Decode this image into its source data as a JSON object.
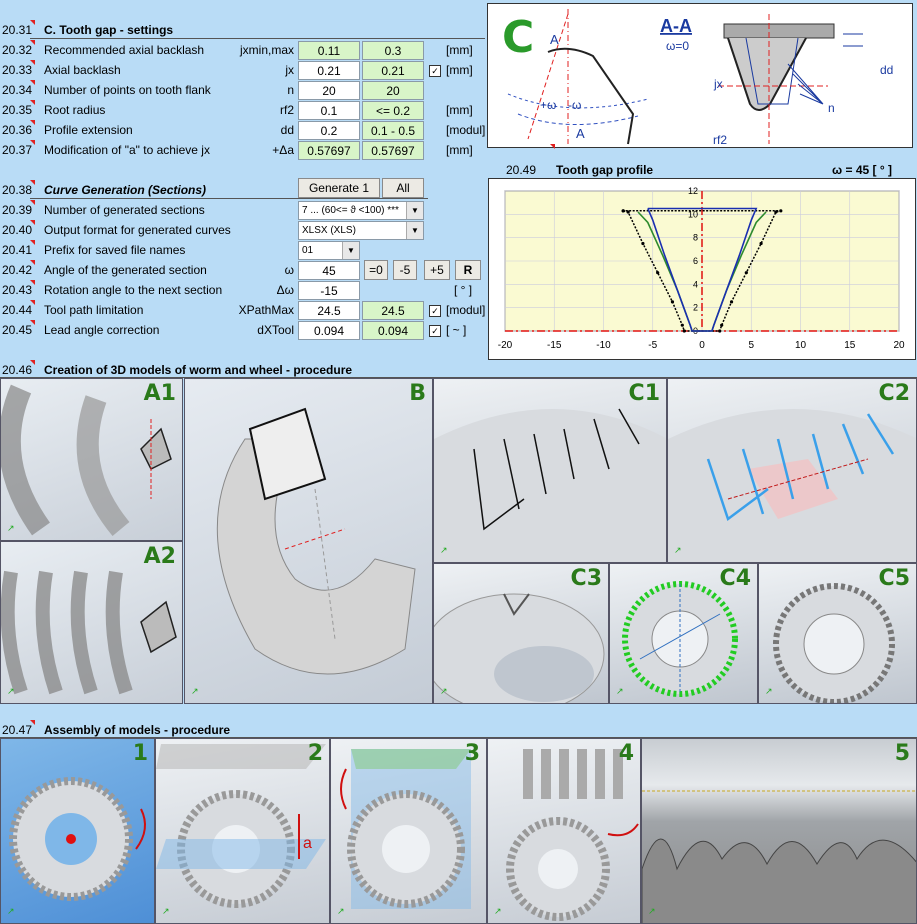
{
  "section_c": {
    "num": "20.31",
    "title": "C. Tooth gap - settings",
    "rows": [
      {
        "num": "20.32",
        "label": "Recommended axial backlash",
        "sym": "jxmin,max",
        "v1": "0.11",
        "v2": "0.3",
        "unit": "[mm]",
        "check": false
      },
      {
        "num": "20.33",
        "label": "Axial backlash",
        "sym": "jx",
        "v1": "0.21",
        "v2": "0.21",
        "unit": "[mm]",
        "check": true
      },
      {
        "num": "20.34",
        "label": "Number of points on tooth flank",
        "sym": "n",
        "v1": "20",
        "v2": "20",
        "unit": "",
        "check": false
      },
      {
        "num": "20.35",
        "label": "Root radius",
        "sym": "rf2",
        "v1": "0.1",
        "v2": "<= 0.2",
        "unit": "[mm]",
        "check": false
      },
      {
        "num": "20.36",
        "label": "Profile extension",
        "sym": "dd",
        "v1": "0.2",
        "v2": "0.1 - 0.5",
        "unit": "[modul]",
        "check": false
      },
      {
        "num": "20.37",
        "label": "Modification of \"a\" to achieve jx",
        "sym": "+Δa",
        "v1": "0.57697",
        "v2": "0.57697",
        "unit": "[mm]",
        "check": false
      }
    ]
  },
  "diagram_c": {
    "letter": "C",
    "section_label": "A-A",
    "omega_label": "ω=0",
    "dd": "dd",
    "jx": "jx",
    "n": "n",
    "rf2": "rf2",
    "a_top": "A",
    "a_bottom": "A",
    "plus_omega": "+ω",
    "minus_omega": "-ω"
  },
  "curve_gen": {
    "num": "20.38",
    "title": "Curve Generation (Sections)",
    "generate_label": "Generate 1",
    "all_label": "All",
    "rows": [
      {
        "num": "20.39",
        "label": "Number of generated sections",
        "select": "7 ... (60<= ϑ <100)  ***"
      },
      {
        "num": "20.40",
        "label": "Output format for generated curves",
        "select": "XLSX (XLS)"
      },
      {
        "num": "20.41",
        "label": "Prefix for saved file names",
        "select": "01"
      }
    ],
    "angle": {
      "num": "20.42",
      "label": "Angle of the generated section",
      "sym": "ω",
      "value": "45",
      "btn_eq0": "=0",
      "btn_m5": "-5",
      "btn_p5": "+5",
      "btn_r": "R"
    },
    "rotation": {
      "num": "20.43",
      "label": "Rotation angle to the next section",
      "sym": "Δω",
      "value": "-15",
      "unit": "[ ° ]"
    },
    "toolpath": {
      "num": "20.44",
      "label": "Tool path limitation",
      "sym": "XPathMax",
      "v1": "24.5",
      "v2": "24.5",
      "unit": "[modul]",
      "check": true
    },
    "lead": {
      "num": "20.45",
      "label": "Lead angle correction",
      "sym": "dXTool",
      "v1": "0.094",
      "v2": "0.094",
      "unit": "[ ~ ]",
      "check": true
    }
  },
  "chart_header": {
    "num": "20.49",
    "title": "Tooth gap profile",
    "omega": "ω = 45 [ ° ]"
  },
  "chart_data": {
    "type": "line",
    "title": "",
    "xlim": [
      -20,
      20
    ],
    "ylim": [
      0,
      12
    ],
    "xticks": [
      -20,
      -15,
      -10,
      -5,
      0,
      5,
      10,
      15,
      20
    ],
    "yticks": [
      0,
      2,
      4,
      6,
      8,
      10,
      12
    ],
    "series": [
      {
        "color": "#000000",
        "style": "dotted",
        "points": [
          [
            -8,
            10.3
          ],
          [
            -7.5,
            10.2
          ],
          [
            -6,
            7.5
          ],
          [
            -4.5,
            5
          ],
          [
            -3,
            2.5
          ],
          [
            -2,
            0.5
          ],
          [
            -1.8,
            0
          ],
          [
            1.8,
            0
          ],
          [
            2,
            0.5
          ],
          [
            3,
            2.5
          ],
          [
            4.5,
            5
          ],
          [
            6,
            7.5
          ],
          [
            7.5,
            10.2
          ],
          [
            8,
            10.3
          ],
          [
            -8,
            10.3
          ]
        ]
      },
      {
        "color": "#2e8b2e",
        "style": "solid",
        "points": [
          [
            -6.5,
            10.2
          ],
          [
            -5.5,
            9.3
          ],
          [
            -4,
            6.5
          ],
          [
            -2.5,
            3.5
          ],
          [
            -1.2,
            0.5
          ],
          [
            -1,
            0
          ],
          [
            1,
            0
          ],
          [
            1.2,
            0.5
          ],
          [
            2.5,
            3.5
          ],
          [
            4,
            6.5
          ],
          [
            5.5,
            9.3
          ],
          [
            6.5,
            10.2
          ]
        ]
      },
      {
        "color": "#1a2fb0",
        "style": "solid",
        "points": [
          [
            -5.5,
            10.5
          ],
          [
            5.5,
            10.5
          ],
          [
            5,
            9.5
          ],
          [
            3.8,
            6.5
          ],
          [
            2.5,
            3.5
          ],
          [
            1.2,
            0.5
          ],
          [
            1,
            0
          ],
          [
            -1,
            0
          ],
          [
            -1.2,
            0.5
          ],
          [
            -2.5,
            3.5
          ],
          [
            -3.8,
            6.5
          ],
          [
            -5,
            9.5
          ],
          [
            -5.5,
            10.5
          ]
        ]
      }
    ]
  },
  "procedure_3d": {
    "num": "20.46",
    "title": "Creation of 3D models of worm and wheel - procedure",
    "panels": {
      "a1": "A1",
      "a2": "A2",
      "b": "B",
      "c1": "C1",
      "c2": "C2",
      "c3": "C3",
      "c4": "C4",
      "c5": "C5"
    }
  },
  "assembly": {
    "num": "20.47",
    "title": "Assembly of models - procedure",
    "panels": {
      "p1": "1",
      "p2": "2",
      "p3": "3",
      "p4": "4",
      "p5": "5"
    },
    "a_label": "a"
  },
  "colors": {
    "background": "#b9dcf6",
    "green_cell": "#d8f5c8",
    "panel_letter": "#2a7a1a",
    "chart_bg": "#fafad2"
  }
}
